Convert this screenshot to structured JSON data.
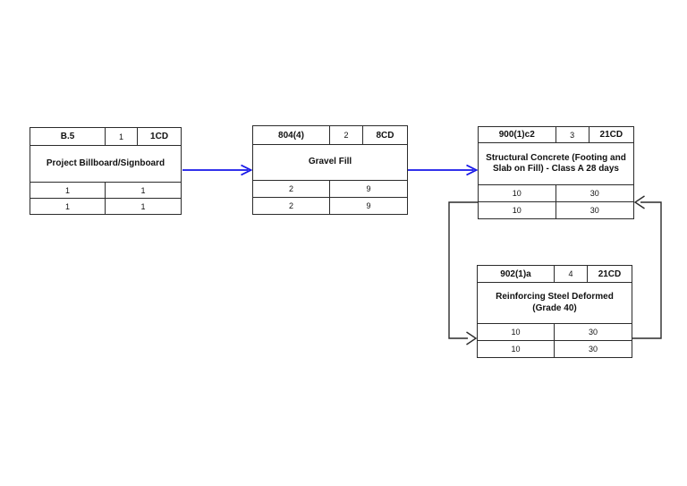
{
  "colors": {
    "arrow_blue": "#1414e8",
    "line_dark": "#2b2b2b",
    "background": "#ffffff"
  },
  "nodes": [
    {
      "code": "B.5",
      "seq": "1",
      "duration": "1CD",
      "name": "Project Billboard/Signboard",
      "early_start": "1",
      "early_finish": "1",
      "late_start": "1",
      "late_finish": "1"
    },
    {
      "code": "804(4)",
      "seq": "2",
      "duration": "8CD",
      "name": "Gravel Fill",
      "early_start": "2",
      "early_finish": "9",
      "late_start": "2",
      "late_finish": "9"
    },
    {
      "code": "900(1)c2",
      "seq": "3",
      "duration": "21CD",
      "name": "Structural Concrete (Footing and Slab on Fill) - Class A 28 days",
      "early_start": "10",
      "early_finish": "30",
      "late_start": "10",
      "late_finish": "30"
    },
    {
      "code": "902(1)a",
      "seq": "4",
      "duration": "21CD",
      "name": "Reinforcing Steel Deformed (Grade 40)",
      "early_start": "10",
      "early_finish": "30",
      "late_start": "10",
      "late_finish": "30"
    }
  ],
  "edges": [
    {
      "from": "B.5",
      "to": "804(4)",
      "color": "blue",
      "style": "straight"
    },
    {
      "from": "804(4)",
      "to": "900(1)c2",
      "color": "blue",
      "style": "straight"
    },
    {
      "from": "900(1)c2",
      "to": "902(1)a",
      "color": "black",
      "style": "elbow"
    },
    {
      "from": "902(1)a",
      "to": "900(1)c2",
      "color": "black",
      "style": "elbow"
    }
  ]
}
